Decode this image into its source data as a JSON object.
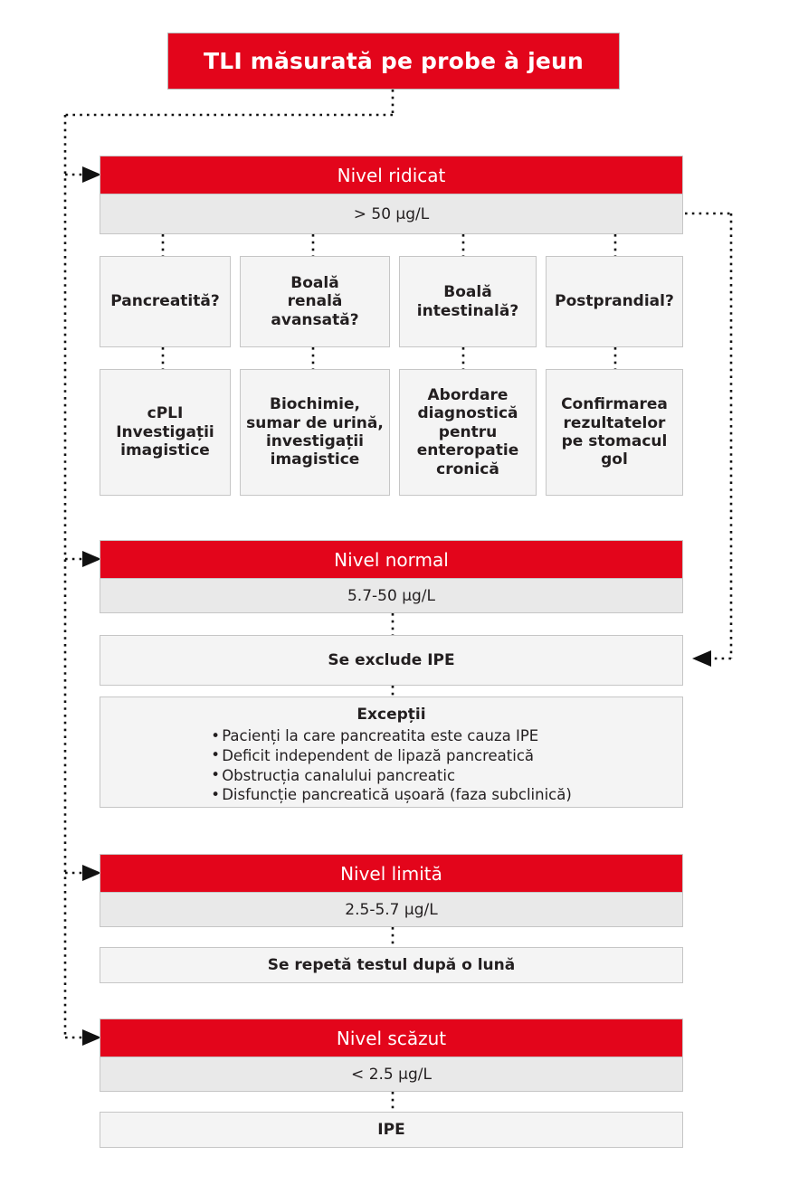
{
  "title": {
    "text": "TLI măsurată pe probe à jeun"
  },
  "colors": {
    "accent_red": "#E3051B",
    "value_grey": "#e9e9e9",
    "box_grey": "#f4f4f4",
    "border_grey": "#c6c6c6",
    "text": "#231f20",
    "header_text": "#ffffff"
  },
  "levels": [
    {
      "id": "high",
      "header": "Nivel ridicat",
      "value": "> 50 μg/L"
    },
    {
      "id": "normal",
      "header": "Nivel normal",
      "value": "5.7-50 μg/L"
    },
    {
      "id": "borderline",
      "header": "Nivel limită",
      "value": "2.5-5.7 μg/L"
    },
    {
      "id": "low",
      "header": "Nivel scăzut",
      "value": "< 2.5 μg/L"
    }
  ],
  "high_branch": {
    "questions": [
      "Pancreatită?",
      "Boală\nrenală\navansată?",
      "Boală\nintestinală?",
      "Postprandial?"
    ],
    "actions": [
      "cPLI\nInvestigații\nimagistice",
      "Biochimie,\nsumar de urină,\ninvestigații\nimagistice",
      "Abordare\ndiagnostică\npentru\nenteropatie\ncronică",
      "Confirmarea\nrezultatelor\npe stomacul\ngol"
    ]
  },
  "normal_branch": {
    "exclude_label": "Se exclude IPE",
    "exceptions_title": "Excepții",
    "exceptions": [
      "Pacienți la care pancreatita este cauza IPE",
      "Deficit independent de lipază pancreatică",
      "Obstrucția canalului pancreatic",
      "Disfuncție pancreatică ușoară (faza subclinică)"
    ]
  },
  "borderline_branch": {
    "action": "Se repetă testul după o lună"
  },
  "low_branch": {
    "action": "IPE"
  }
}
